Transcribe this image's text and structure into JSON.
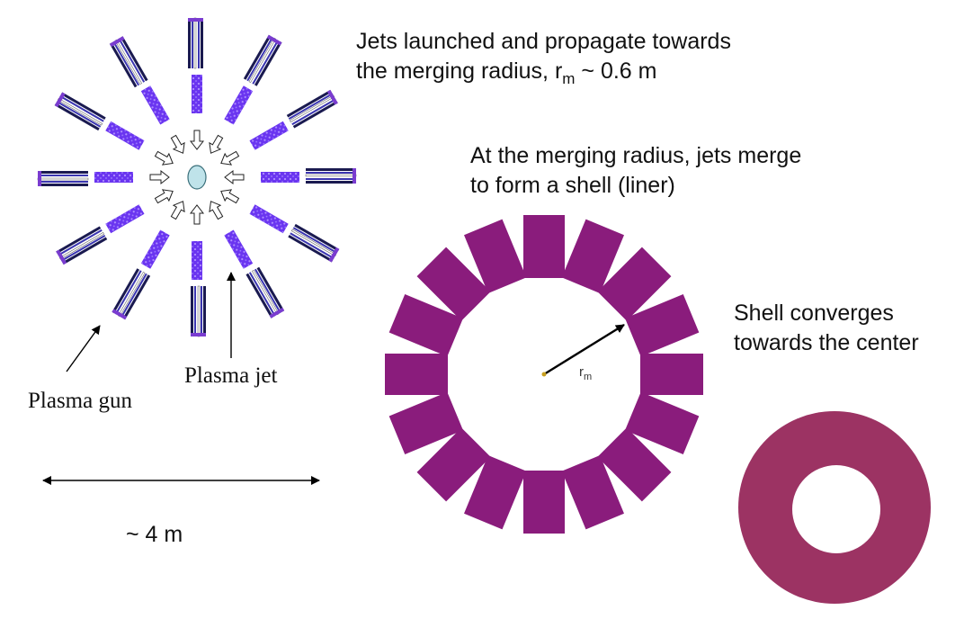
{
  "captions": {
    "jets_line1": "Jets launched and propagate towards",
    "jets_line2_prefix": "the merging radius, r",
    "jets_line2_sub": "m",
    "jets_line2_suffix": " ~ 0.6 m",
    "merge_line1": "At the merging radius, jets merge",
    "merge_line2": "to form a shell (liner)",
    "shell_line1": "Shell converges",
    "shell_line2": "towards the center"
  },
  "labels": {
    "plasma_jet": "Plasma jet",
    "plasma_gun": "Plasma gun",
    "scale": "~ 4 m",
    "rm_main": "r",
    "rm_sub": "m"
  },
  "diagram": {
    "gun_count": 12,
    "segment_count": 16
  },
  "colors": {
    "gun_dark": "#1a1a50",
    "gun_blue": "#3a35b0",
    "gun_tip": "#7a3cd0",
    "jet": "#6a35f0",
    "jet_dots": "#b090ff",
    "target": "#bfe3ea",
    "segment": "#8a1c7c",
    "shell": "#9c3363",
    "arrow_rm": "#000000"
  }
}
